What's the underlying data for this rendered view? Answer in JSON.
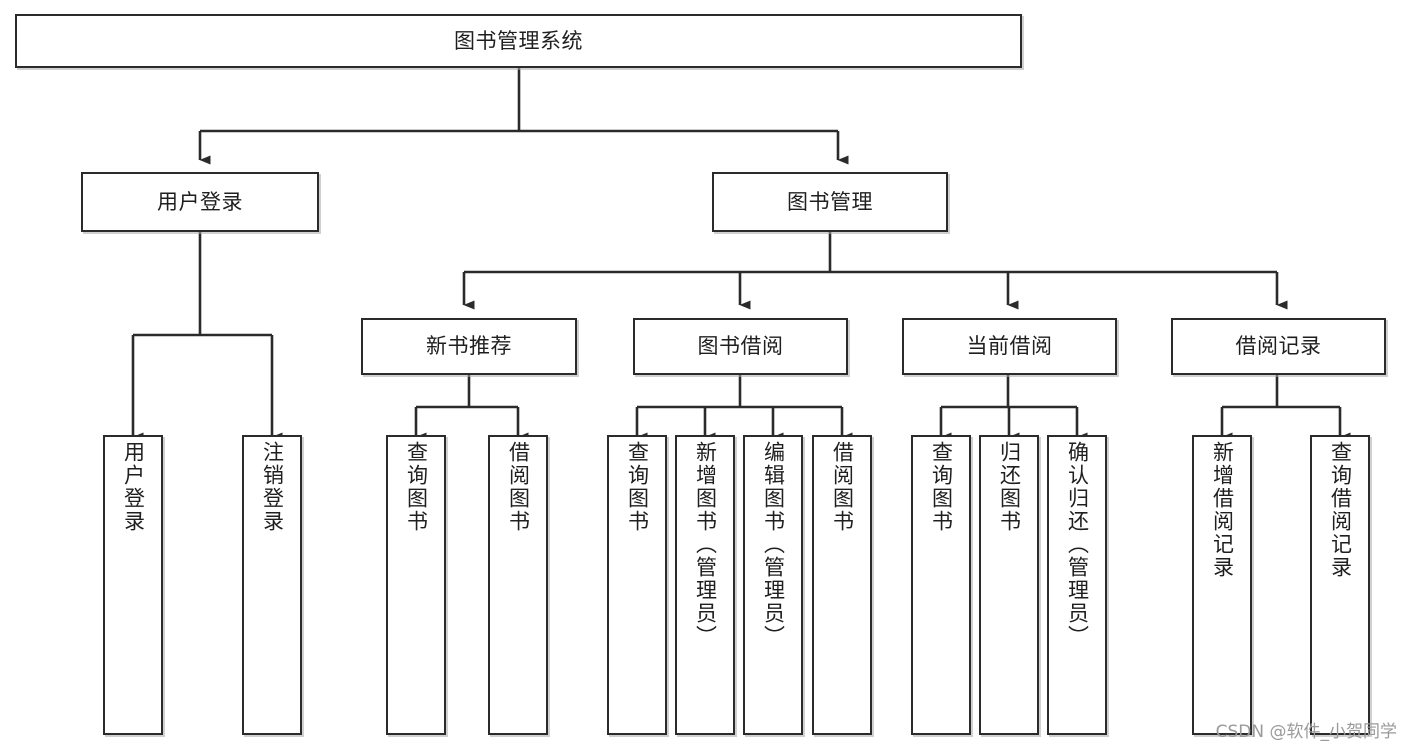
{
  "diagram": {
    "type": "tree",
    "title": "图书管理系统",
    "root": {
      "id": "root",
      "label": "图书管理系统",
      "orientation": "horizontal"
    },
    "level2": [
      {
        "id": "user-login",
        "label": "用户登录",
        "orientation": "horizontal"
      },
      {
        "id": "book-manage",
        "label": "图书管理",
        "orientation": "horizontal"
      }
    ],
    "level3": [
      {
        "id": "new-book-rec",
        "label": "新书推荐",
        "orientation": "horizontal",
        "parent": "book-manage"
      },
      {
        "id": "book-borrow",
        "label": "图书借阅",
        "orientation": "horizontal",
        "parent": "book-manage"
      },
      {
        "id": "current-borrow",
        "label": "当前借阅",
        "orientation": "horizontal",
        "parent": "book-manage"
      },
      {
        "id": "borrow-record",
        "label": "借阅记录",
        "orientation": "horizontal",
        "parent": "book-manage"
      }
    ],
    "leaves": [
      {
        "id": "leaf-user-login",
        "label": "用户登录",
        "parent": "user-login",
        "orientation": "vertical"
      },
      {
        "id": "leaf-logout",
        "label": "注销登录",
        "parent": "user-login",
        "orientation": "vertical"
      },
      {
        "id": "leaf-query-book-1",
        "label": "查询图书",
        "parent": "new-book-rec",
        "orientation": "vertical"
      },
      {
        "id": "leaf-borrow-book-1",
        "label": "借阅图书",
        "parent": "new-book-rec",
        "orientation": "vertical"
      },
      {
        "id": "leaf-query-book-2",
        "label": "查询图书",
        "parent": "book-borrow",
        "orientation": "vertical"
      },
      {
        "id": "leaf-add-book",
        "label": "新增图书（管理员）",
        "parent": "book-borrow",
        "orientation": "vertical"
      },
      {
        "id": "leaf-edit-book",
        "label": "编辑图书（管理员）",
        "parent": "book-borrow",
        "orientation": "vertical"
      },
      {
        "id": "leaf-borrow-book-2",
        "label": "借阅图书",
        "parent": "book-borrow",
        "orientation": "vertical"
      },
      {
        "id": "leaf-query-book-3",
        "label": "查询图书",
        "parent": "current-borrow",
        "orientation": "vertical"
      },
      {
        "id": "leaf-return-book",
        "label": "归还图书",
        "parent": "current-borrow",
        "orientation": "vertical"
      },
      {
        "id": "leaf-confirm-return",
        "label": "确认归还（管理员）",
        "parent": "current-borrow",
        "orientation": "vertical"
      },
      {
        "id": "leaf-add-record",
        "label": "新增借阅记录",
        "parent": "borrow-record",
        "orientation": "vertical"
      },
      {
        "id": "leaf-query-record",
        "label": "查询借阅记录",
        "parent": "borrow-record",
        "orientation": "vertical"
      }
    ],
    "colors": {
      "box_border": "#2b2b2b",
      "box_fill": "#ffffff",
      "connector": "#2b2b2b",
      "text": "#1f1f1f",
      "background": "#ffffff",
      "watermark": "#9a9a9a"
    }
  },
  "watermark": {
    "text": "CSDN @软件_小贺同学"
  }
}
